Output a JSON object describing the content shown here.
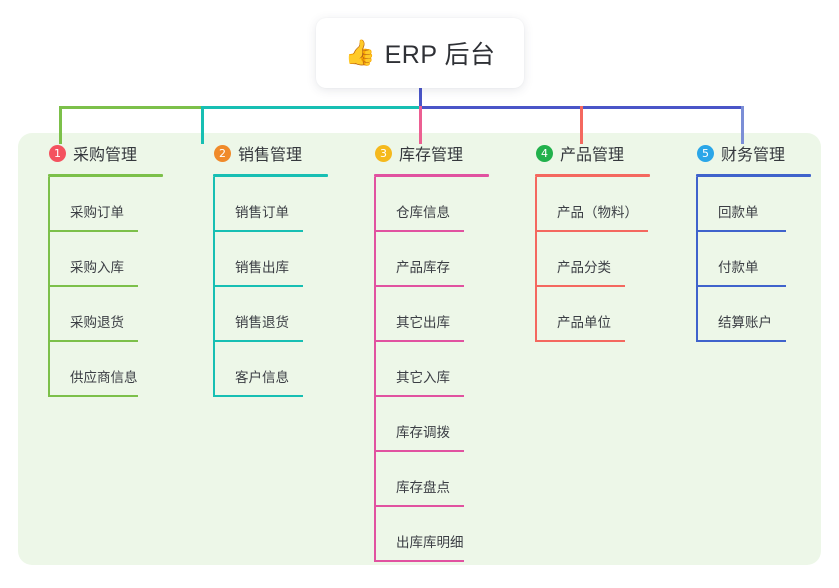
{
  "root": {
    "icon": "thumbs-up-icon",
    "icon_glyph": "👍",
    "title": "ERP 后台"
  },
  "theme": {
    "page_background": "#ffffff",
    "panel_background": "#edf7e8",
    "card_background": "#ffffff",
    "text_color": "#35383d",
    "stem_color": "#4a55c8"
  },
  "columns": [
    {
      "number": "1",
      "title": "采购管理",
      "badge_color": "#f4525f",
      "line_color": "#7cc04a",
      "drop_color": "#7cc04a",
      "items": [
        "采购订单",
        "采购入库",
        "采购退货",
        "供应商信息"
      ]
    },
    {
      "number": "2",
      "title": "销售管理",
      "badge_color": "#f08a2a",
      "line_color": "#17bfb3",
      "drop_color": "#17bfb3",
      "items": [
        "销售订单",
        "销售出库",
        "销售退货",
        "客户信息"
      ]
    },
    {
      "number": "3",
      "title": "库存管理",
      "badge_color": "#f5b91d",
      "line_color": "#e152a0",
      "drop_color": "#ec5f92",
      "items": [
        "仓库信息",
        "产品库存",
        "其它出库",
        "其它入库",
        "库存调拨",
        "库存盘点",
        "出库库明细"
      ]
    },
    {
      "number": "4",
      "title": "产品管理",
      "badge_color": "#22b14c",
      "line_color": "#f4685f",
      "drop_color": "#f4685f",
      "items": [
        "产品（物料）",
        "产品分类",
        "产品单位"
      ]
    },
    {
      "number": "5",
      "title": "财务管理",
      "badge_color": "#2aa6e8",
      "line_color": "#3f63cc",
      "drop_color": "#7b8ed6",
      "items": [
        "回款单",
        "付款单",
        "结算账户"
      ]
    }
  ],
  "bus": {
    "segment_left_color": "#7cc04a",
    "segment_mid_color": "#17bfb3",
    "segment_right_color": "#4a55c8"
  }
}
